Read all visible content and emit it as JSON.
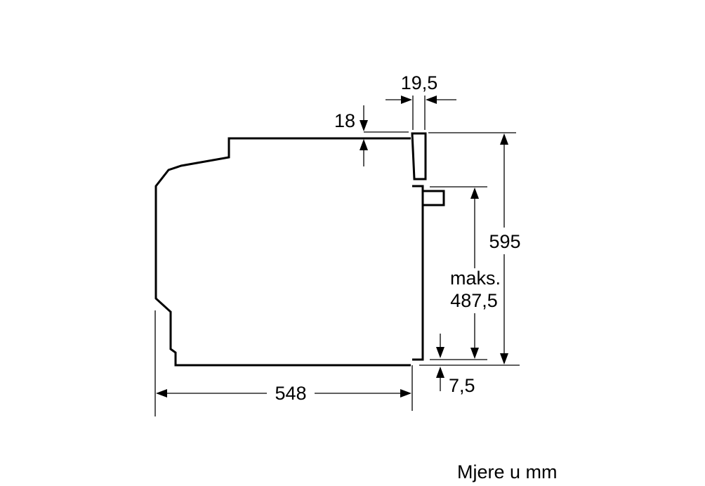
{
  "dimensions": {
    "depth": "548",
    "height": "595",
    "front_panel_thickness": "19,5",
    "top_offset": "18",
    "bottom_offset": "7,5",
    "door_height_prefix": "maks.",
    "door_height": "487,5"
  },
  "footer": {
    "units_note": "Mjere u mm"
  },
  "colors": {
    "line": "#000000",
    "background": "#ffffff"
  }
}
